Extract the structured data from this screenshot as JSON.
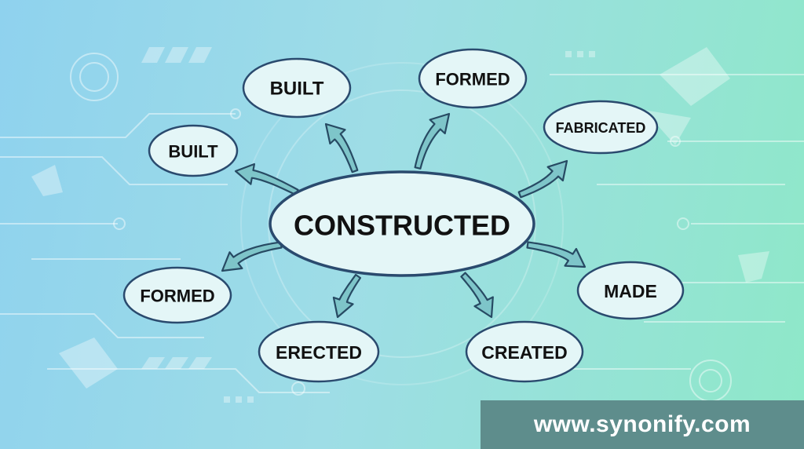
{
  "diagram": {
    "center": {
      "label": "CONSTRUCTED"
    },
    "nodes": [
      {
        "id": "built-top",
        "label": "BUILT"
      },
      {
        "id": "formed-top",
        "label": "FORMED"
      },
      {
        "id": "fabricated",
        "label": "FABRICATED"
      },
      {
        "id": "built-left",
        "label": "BUILT"
      },
      {
        "id": "formed-left",
        "label": "FORMED"
      },
      {
        "id": "erected",
        "label": "ERECTED"
      },
      {
        "id": "created",
        "label": "CREATED"
      },
      {
        "id": "made",
        "label": "MADE"
      }
    ]
  },
  "watermark": {
    "text": "www.synonify.com"
  },
  "colors": {
    "node_fill": "#e4f6f7",
    "node_stroke": "#2a4a6e",
    "arrow_fill": "#7ec5c9",
    "arrow_stroke": "#274a63",
    "banner": "#5e8d8c"
  }
}
